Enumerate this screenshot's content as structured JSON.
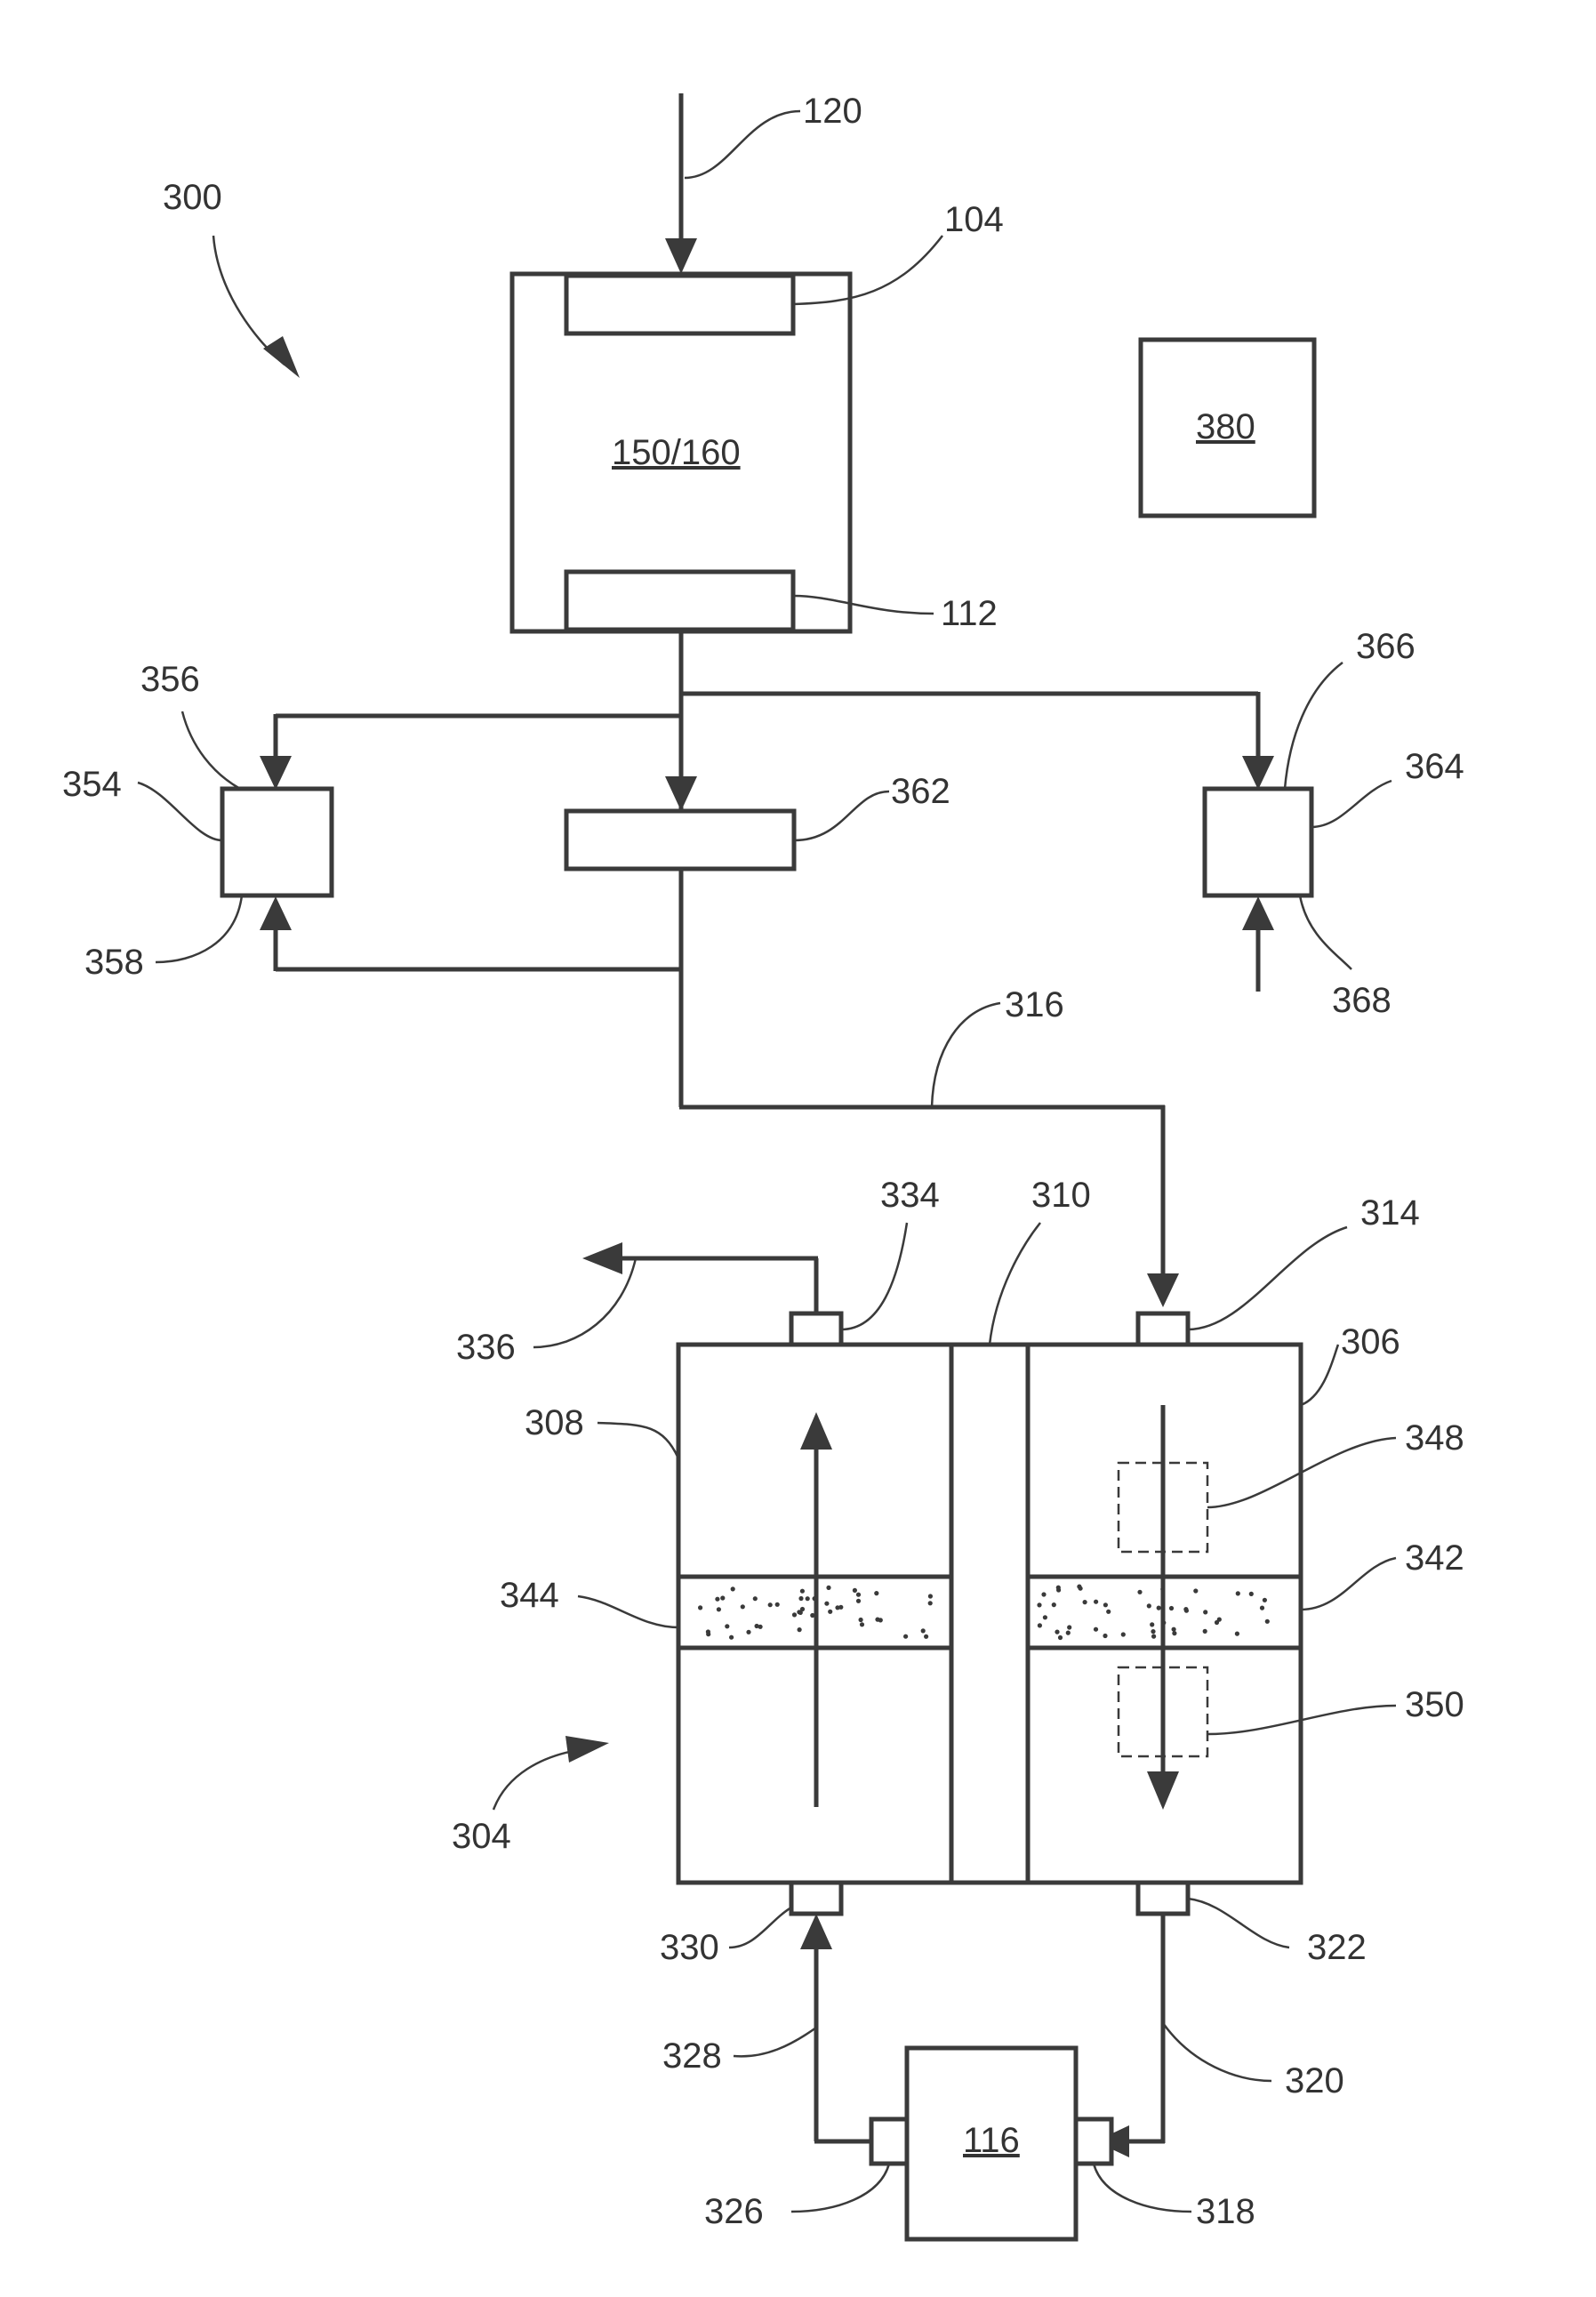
{
  "labels": {
    "r120": "120",
    "r300": "300",
    "r104": "104",
    "r150_160": "150/160",
    "r380": "380",
    "r112": "112",
    "r366": "366",
    "r356": "356",
    "r354": "354",
    "r362": "362",
    "r364": "364",
    "r358": "358",
    "r368": "368",
    "r316": "316",
    "r334": "334",
    "r310": "310",
    "r314": "314",
    "r336": "336",
    "r306": "306",
    "r308": "308",
    "r348": "348",
    "r344": "344",
    "r342": "342",
    "r350": "350",
    "r304": "304",
    "r330": "330",
    "r322": "322",
    "r328": "328",
    "r320": "320",
    "r116": "116",
    "r326": "326",
    "r318": "318"
  },
  "colors": {
    "stroke": "#3a3a3a",
    "background": "#ffffff",
    "text": "#333333"
  }
}
